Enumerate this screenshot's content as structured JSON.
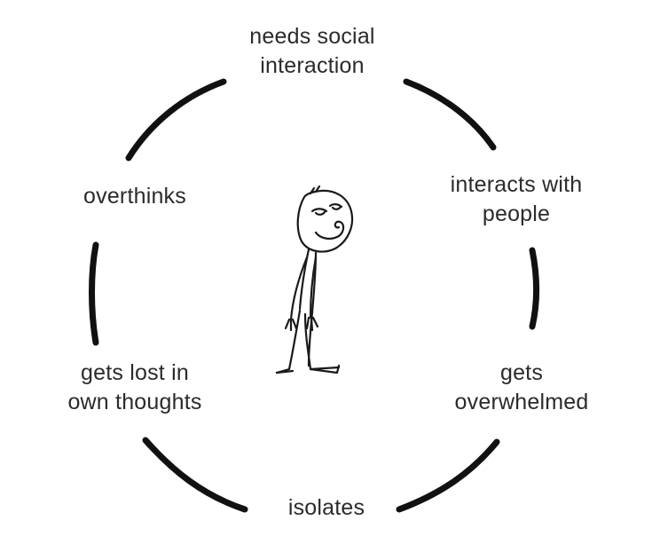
{
  "cycle": {
    "steps": [
      {
        "label": "needs social\ninteraction"
      },
      {
        "label": "interacts with\npeople"
      },
      {
        "label": "gets\noverwhelmed"
      },
      {
        "label": "isolates"
      },
      {
        "label": "gets lost in\nown thoughts"
      },
      {
        "label": "overthinks"
      }
    ],
    "colors": {
      "arc": "#111111",
      "text": "#2b2b2b",
      "background": "#ffffff"
    }
  },
  "figure": {
    "icon": "stick-figure-sad-face"
  }
}
